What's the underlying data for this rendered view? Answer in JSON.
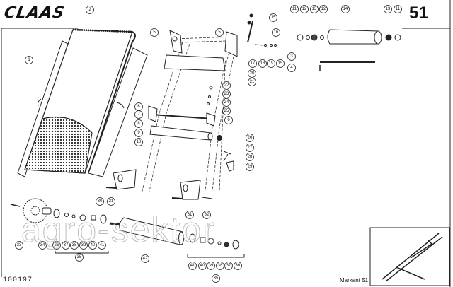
{
  "header": {
    "brand": "CLAAS",
    "page_number": "51"
  },
  "footer": {
    "document_id": "100197",
    "model": "Markant 51"
  },
  "watermark": "agro-sektor",
  "callouts": [
    "1",
    "2",
    "5",
    "5",
    "6",
    "7",
    "8",
    "9",
    "10",
    "6",
    "15",
    "16",
    "17",
    "18",
    "19",
    "15",
    "20",
    "21",
    "22",
    "23",
    "24",
    "25",
    "26",
    "27",
    "28",
    "29",
    "11",
    "12",
    "13",
    "12",
    "14",
    "13",
    "11",
    "3",
    "4",
    "30",
    "31",
    "31",
    "32",
    "33",
    "34",
    "36",
    "37",
    "38",
    "39",
    "40",
    "41",
    "35",
    "42",
    "41",
    "40",
    "39",
    "38",
    "37",
    "36",
    "35"
  ]
}
